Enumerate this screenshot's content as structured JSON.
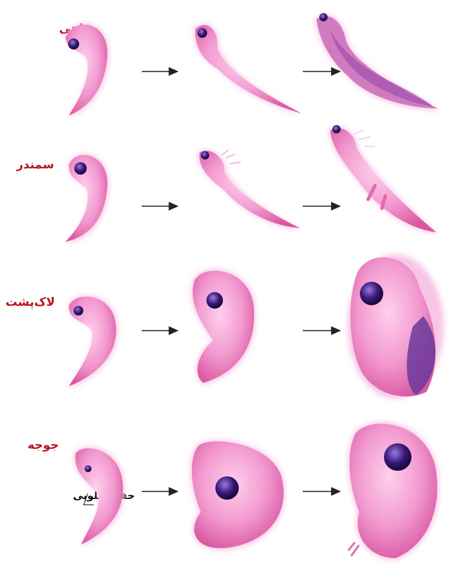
{
  "rows": [
    {
      "id": "fish",
      "label": "ماهی",
      "color": "#b8161d"
    },
    {
      "id": "salamander",
      "label": "سمندر",
      "color": "#b8161d"
    },
    {
      "id": "turtle",
      "label": "لاک‌پشت",
      "color": "#b8161d"
    },
    {
      "id": "chicken",
      "label": "جوجه",
      "color": "#b8161d"
    }
  ],
  "annotation": {
    "label": "حفره گلویی"
  },
  "colors": {
    "embryo": "#f29ad0",
    "embryo_dark": "#e06bb0",
    "eye": "#3a1a7a",
    "shell": "#6b3a9a",
    "arrow": "#222222"
  }
}
